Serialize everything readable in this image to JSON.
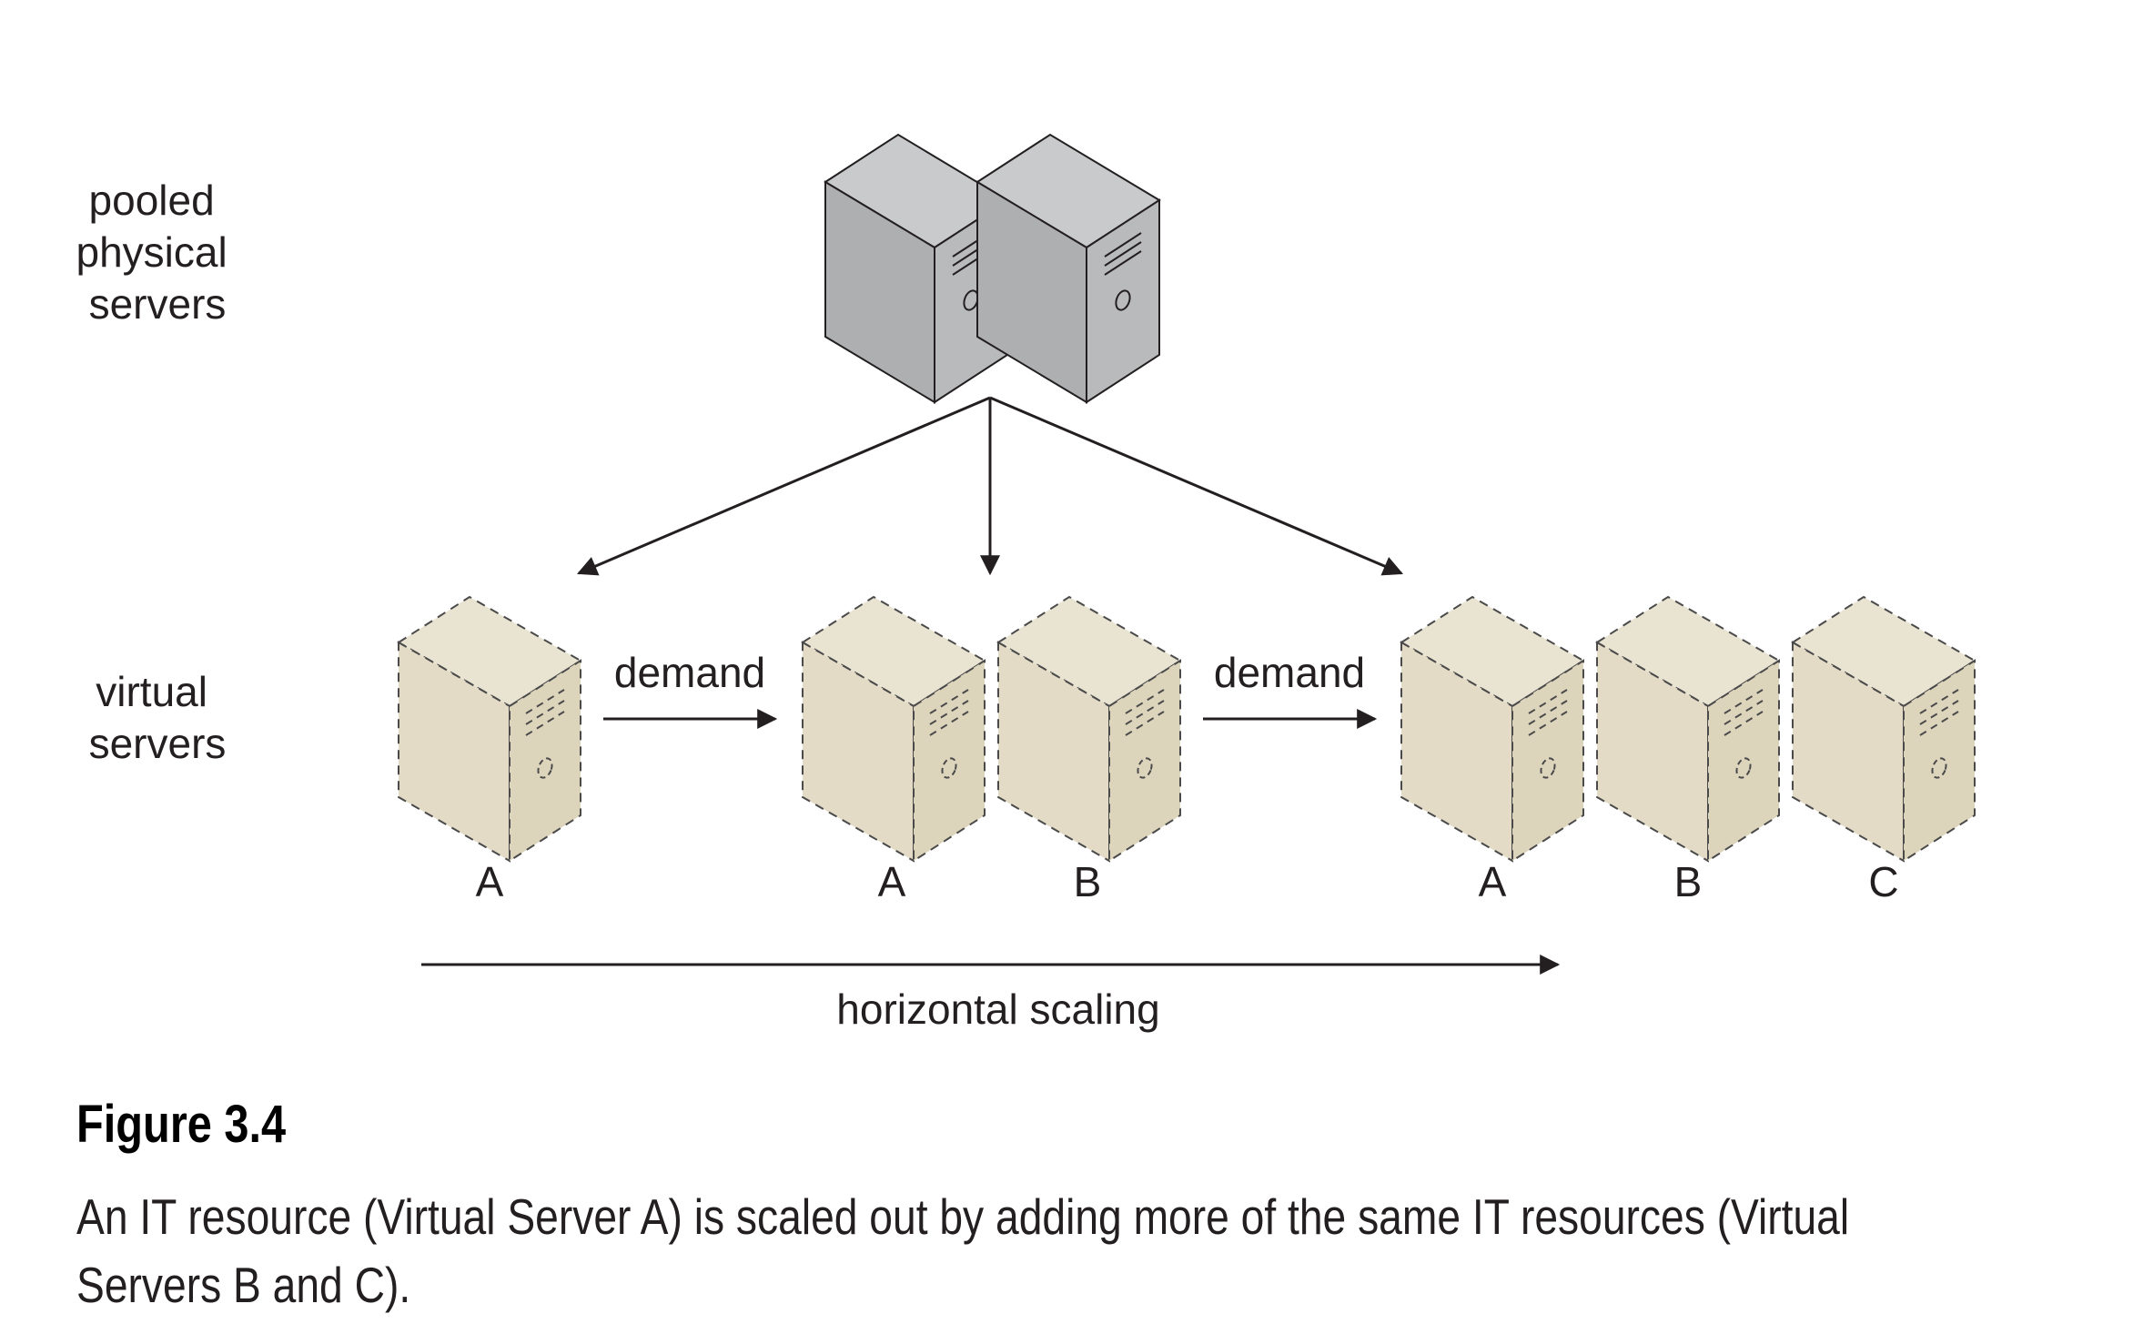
{
  "rows": {
    "physical": [
      "pooled",
      "physical",
      "servers"
    ],
    "virtual": [
      "virtual",
      "servers"
    ]
  },
  "demand_label": "demand",
  "server_labels": [
    "A",
    "A",
    "B",
    "A",
    "B",
    "C"
  ],
  "axis_label": "horizontal scaling",
  "figure": {
    "number": "Figure 3.4",
    "caption": "An IT resource (Virtual Server A) is scaled out by adding more of the same IT resources (Virtual Servers B and C)."
  },
  "colors": {
    "physical_server": "#aeafb1",
    "virtual_server": "#e3dbc6",
    "stroke": "#231f20"
  },
  "icons": {
    "physical": "physical-server-icon",
    "virtual": "virtual-server-icon"
  }
}
